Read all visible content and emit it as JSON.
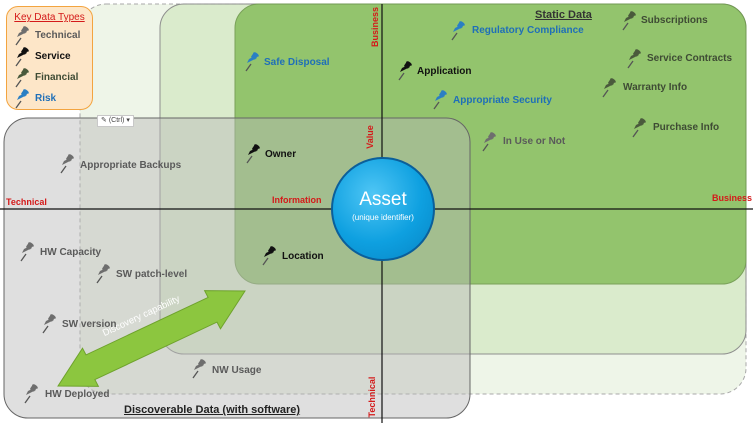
{
  "legend": {
    "title": "Key Data Types",
    "items": [
      {
        "label": "Technical",
        "type": "technical"
      },
      {
        "label": "Service",
        "type": "service"
      },
      {
        "label": "Financial",
        "type": "financial"
      },
      {
        "label": "Risk",
        "type": "risk"
      }
    ]
  },
  "colors": {
    "technical": "#6e6e6e",
    "service": "#111111",
    "financial": "#4a5a3c",
    "risk": "#2a7fc4",
    "static_region": "#8cc063",
    "discoverable_region": "#d6d6d6",
    "axis_label": "#d41a1a",
    "asset": "#0ea0e0",
    "arrow": "#8cc63f"
  },
  "paste_options_badge": "(Ctrl)",
  "region_titles": {
    "static": "Static Data",
    "discoverable": "Discoverable Data (with software)"
  },
  "axis_labels": {
    "left": "Technical",
    "right": "Business",
    "top": "Business",
    "bottom": "Technical",
    "value": "Value",
    "information": "Information"
  },
  "center": {
    "title": "Asset",
    "subtitle": "(unique identifier)"
  },
  "arrow_label": "Discovery capability",
  "nodes": {
    "subscriptions": {
      "label": "Subscriptions",
      "type": "financial"
    },
    "regulatory": {
      "label": "Regulatory Compliance",
      "type": "risk"
    },
    "service_contracts": {
      "label": "Service Contracts",
      "type": "financial"
    },
    "safe_disposal": {
      "label": "Safe Disposal",
      "type": "risk"
    },
    "application": {
      "label": "Application",
      "type": "service"
    },
    "warranty": {
      "label": "Warranty Info",
      "type": "financial"
    },
    "appropriate_security": {
      "label": "Appropriate Security",
      "type": "risk"
    },
    "purchase": {
      "label": "Purchase Info",
      "type": "financial"
    },
    "in_use": {
      "label": "In Use or Not",
      "type": "technical"
    },
    "owner": {
      "label": "Owner",
      "type": "service"
    },
    "backups": {
      "label": "Appropriate Backups",
      "type": "technical"
    },
    "location": {
      "label": "Location",
      "type": "service"
    },
    "hw_capacity": {
      "label": "HW Capacity",
      "type": "technical"
    },
    "sw_patch": {
      "label": "SW patch-level",
      "type": "technical"
    },
    "sw_version": {
      "label": "SW version",
      "type": "technical"
    },
    "nw_usage": {
      "label": "NW Usage",
      "type": "technical"
    },
    "hw_deployed": {
      "label": "HW Deployed",
      "type": "technical"
    }
  }
}
